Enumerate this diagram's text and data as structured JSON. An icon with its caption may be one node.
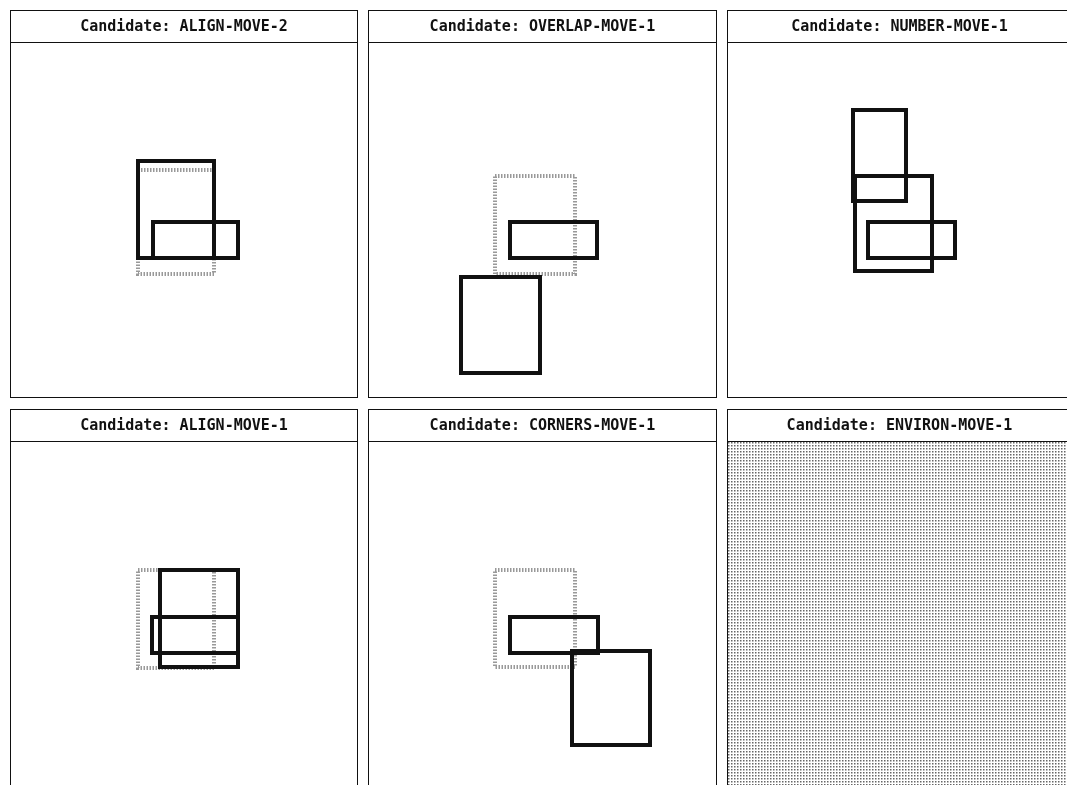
{
  "diagram": {
    "nodes": [
      {
        "text": [
          "Candidate: ALIGN-MOVE-2"
        ]
      },
      {
        "text": [
          "Candidate: OVERLAP-MOVE-1"
        ]
      },
      {
        "text": [
          "Candidate: NUMBER-MOVE-1"
        ]
      },
      {
        "text": [
          "Candidate: ALIGN-MOVE-1"
        ]
      },
      {
        "text": [
          "Candidate: CORNERS-MOVE-1"
        ]
      },
      {
        "text": [
          "Candidate: ENVIRON-MOVE-1"
        ]
      }
    ],
    "edges": []
  }
}
